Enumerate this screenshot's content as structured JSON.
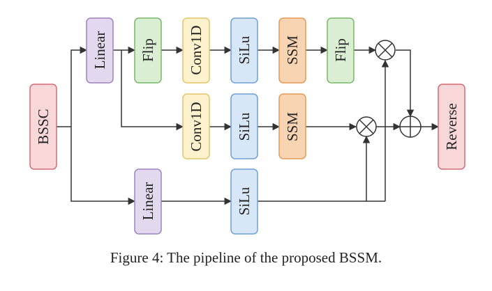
{
  "diagram": {
    "nodes": {
      "bssc": {
        "label": "BSSC",
        "fill": "#f8d7d9",
        "stroke": "#d46b73"
      },
      "linear_top": {
        "label": "Linear",
        "fill": "#e3d9ee",
        "stroke": "#9c82bd"
      },
      "flip1": {
        "label": "Flip",
        "fill": "#d9eed3",
        "stroke": "#7ab56a"
      },
      "conv1d_top": {
        "label": "Conv1D",
        "fill": "#fdf2cd",
        "stroke": "#e2c56a"
      },
      "silu_top": {
        "label": "SiLu",
        "fill": "#d8e7f7",
        "stroke": "#6f9fd6"
      },
      "ssm_top": {
        "label": "SSM",
        "fill": "#f9d4b2",
        "stroke": "#e59a55"
      },
      "flip2": {
        "label": "Flip",
        "fill": "#d9eed3",
        "stroke": "#7ab56a"
      },
      "conv1d_mid": {
        "label": "Conv1D",
        "fill": "#fdf2cd",
        "stroke": "#e2c56a"
      },
      "silu_mid": {
        "label": "SiLu",
        "fill": "#d8e7f7",
        "stroke": "#6f9fd6"
      },
      "ssm_mid": {
        "label": "SSM",
        "fill": "#f9d4b2",
        "stroke": "#e59a55"
      },
      "linear_bot": {
        "label": "Linear",
        "fill": "#e3d9ee",
        "stroke": "#9c82bd"
      },
      "silu_bot": {
        "label": "SiLu",
        "fill": "#d8e7f7",
        "stroke": "#6f9fd6"
      },
      "reverse": {
        "label": "Reverse",
        "fill": "#f8d7d9",
        "stroke": "#d46b73"
      }
    },
    "operators": {
      "multiply_top": "multiply",
      "multiply_mid": "multiply",
      "add": "add"
    },
    "line_color": "#333333"
  },
  "caption": "Figure 4: The pipeline of the proposed BSSM."
}
